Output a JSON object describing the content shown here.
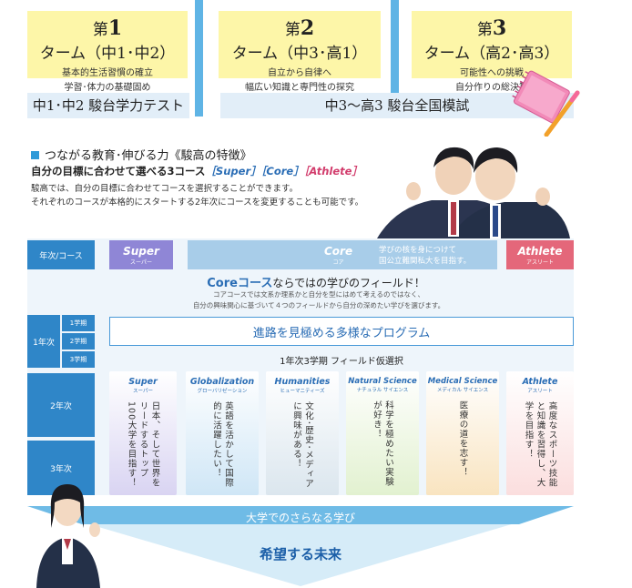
{
  "terms": [
    {
      "title_pre": "第",
      "title_num": "1",
      "title_post": "ターム（中1･中2）",
      "desc1": "基本的生活習慣の確立",
      "desc2": "学習･体力の基礎固め"
    },
    {
      "title_pre": "第",
      "title_num": "2",
      "title_post": "ターム（中3･高1）",
      "desc1": "自立から自律へ",
      "desc2": "幅広い知識と専門性の探究"
    },
    {
      "title_pre": "第",
      "title_num": "3",
      "title_post": "ターム（高2･高3）",
      "desc1": "可能性への挑戦",
      "desc2": "自分作りの総決算"
    }
  ],
  "tests": {
    "left": "中1･中2 駿台学力テスト",
    "right": "中3～高3 駿台全国模試"
  },
  "section": {
    "heading": "つながる教育･伸びる力《駿高の特徴》",
    "sub_pre": "自分の目標に合わせて選べる3コース",
    "sub_super": "［Super］",
    "sub_core": "［Core］",
    "sub_athlete": "［Athlete］",
    "body1": "駿高では、自分の目標に合わせてコースを選択することができます。",
    "body2": "それぞれのコースが本格的にスタートする2年次にコースを変更することも可能です。"
  },
  "grid": {
    "year_course": "年次/コース",
    "super": "Super",
    "super_kana": "スーパー",
    "core": "Core",
    "core_kana": "コア",
    "core_desc1": "学びの核を身につけて",
    "core_desc2": "国公立難関私大を目指す。",
    "athlete": "Athlete",
    "athlete_kana": "アスリート",
    "core_course_title": "Coreコース",
    "core_course_rest": "ならではの学びのフィールド！",
    "core_line1": "コアコースでは文系か理系かと自分を型にはめて考えるのではなく、",
    "core_line2": "自分の興味関心に基づいて４つのフィールドから自分の深めたい学びを選びます。",
    "year1": "1年次",
    "term1": "1学期",
    "term2": "2学期",
    "term3": "3学期",
    "program": "進路を見極める多様なプログラム",
    "field_select": "1年次3学期 フィールド仮選択",
    "year2": "2年次",
    "year3": "3年次"
  },
  "columns": [
    {
      "title": "Super",
      "sub": "スーパー",
      "text": "日本、そして世界をリードするトップ100大学を目指す！",
      "color": "#d9d4f2"
    },
    {
      "title": "Globalization",
      "sub": "グローバリゼーション",
      "text": "英語を活かして国際的に活躍したい！",
      "color": "#d3e9f7"
    },
    {
      "title": "Humanities",
      "sub": "ヒューマニティーズ",
      "text": "文化･歴史･メディアに興味がある！",
      "color": "#dfeaf2"
    },
    {
      "title": "Natural Science",
      "sub": "ナチュラル サイエンス",
      "text": "科学を極めたい実験が好き！",
      "color": "#e6f3d6"
    },
    {
      "title": "Medical Science",
      "sub": "メディカル サイエンス",
      "text": "医療の道を志す！",
      "color": "#fbe8c9"
    },
    {
      "title": "Athlete",
      "sub": "アスリート",
      "text": "高度なスポーツ技能と知識を習得し、大学を目指す！",
      "color": "#fde3e3"
    }
  ],
  "future": {
    "top": "大学でのさらなる学び",
    "bottom": "希望する未来"
  },
  "colors": {
    "super": "#8f86d6",
    "core": "#a8cde9",
    "athlete": "#e4677a",
    "accent": "#2e9ad8"
  }
}
